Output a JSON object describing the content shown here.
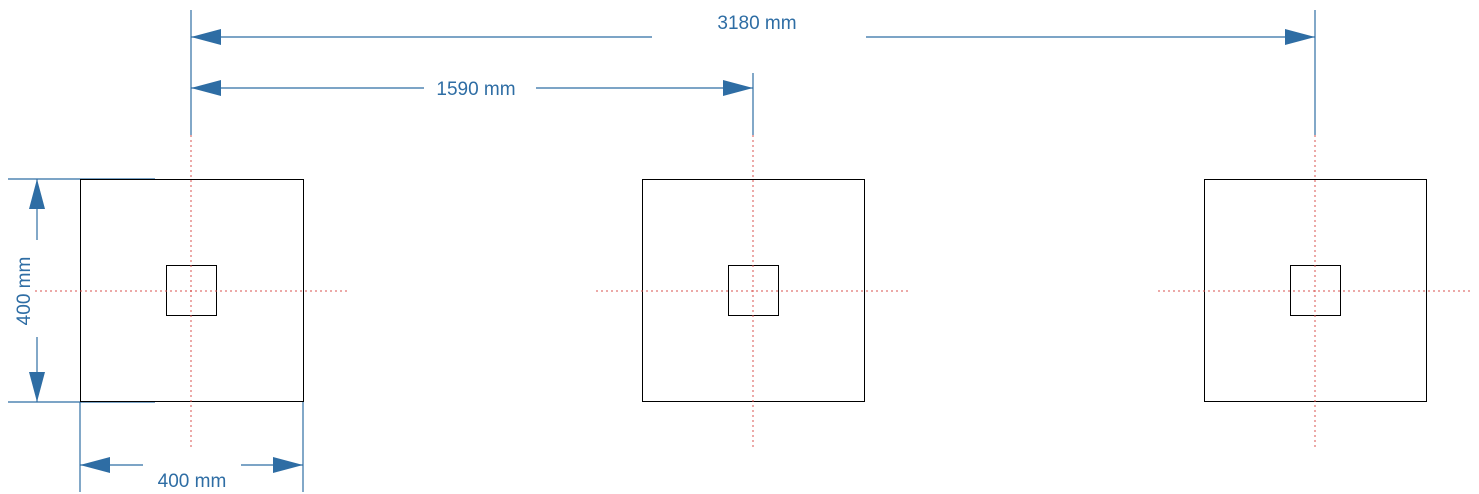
{
  "dimensions": {
    "top_overall": "3180 mm",
    "top_spacing": "1590 mm",
    "left_height": "400 mm",
    "bottom_width": "400 mm"
  },
  "colors": {
    "dimension": "#2e6da4",
    "outline": "#000000",
    "centerline": "#d9534f"
  }
}
